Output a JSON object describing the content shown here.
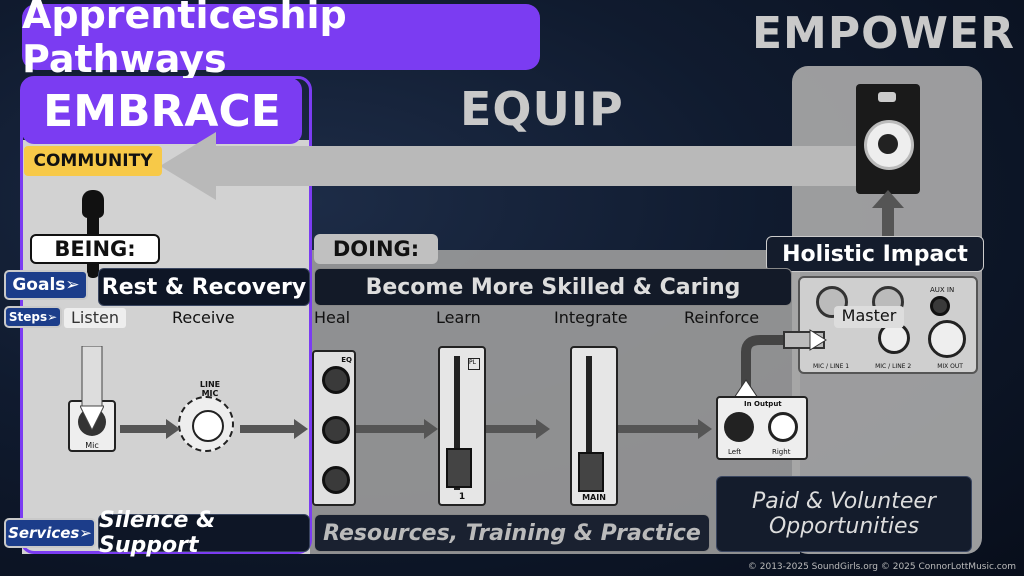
{
  "title": "Apprenticeship Pathways",
  "phases": {
    "embrace": "EMBRACE",
    "equip": "EQUIP",
    "empower": "EMPOWER"
  },
  "community": "COMMUNITY",
  "being": "BEING:",
  "doing": "DOING:",
  "holistic": "Holistic Impact",
  "row_labels": {
    "goals": "Goals➢",
    "steps": "Steps➢",
    "services": "Services➢"
  },
  "goals": {
    "embrace": "Rest & Recovery",
    "equip": "Become More Skilled & Caring"
  },
  "steps": [
    "Listen",
    "Receive",
    "Heal",
    "Learn",
    "Integrate",
    "Reinforce",
    "Master"
  ],
  "services": {
    "embrace": "Silence & Support",
    "equip": "Resources, Training & Practice",
    "empower": "Paid & Volunteer Opportunities"
  },
  "device_labels": {
    "mic": "Mic",
    "line": "LINE",
    "mic_knob": "MIC",
    "eq": "EQ",
    "fader_main": "MAIN",
    "fader_one": "1",
    "pl": "PL",
    "in_output": "In Output",
    "left": "Left",
    "right": "Right",
    "mic_line_1": "MIC / LINE 1",
    "mic_line_2": "MIC / LINE 2",
    "mix_out": "MIX OUT",
    "aux_in": "AUX IN"
  },
  "copyright": "© 2013-2025 SoundGirls.org © 2025 ConnorLottMusic.com",
  "colors": {
    "accent": "#7b3cf2",
    "community": "#f7c948",
    "tag": "#1c3d8a"
  }
}
